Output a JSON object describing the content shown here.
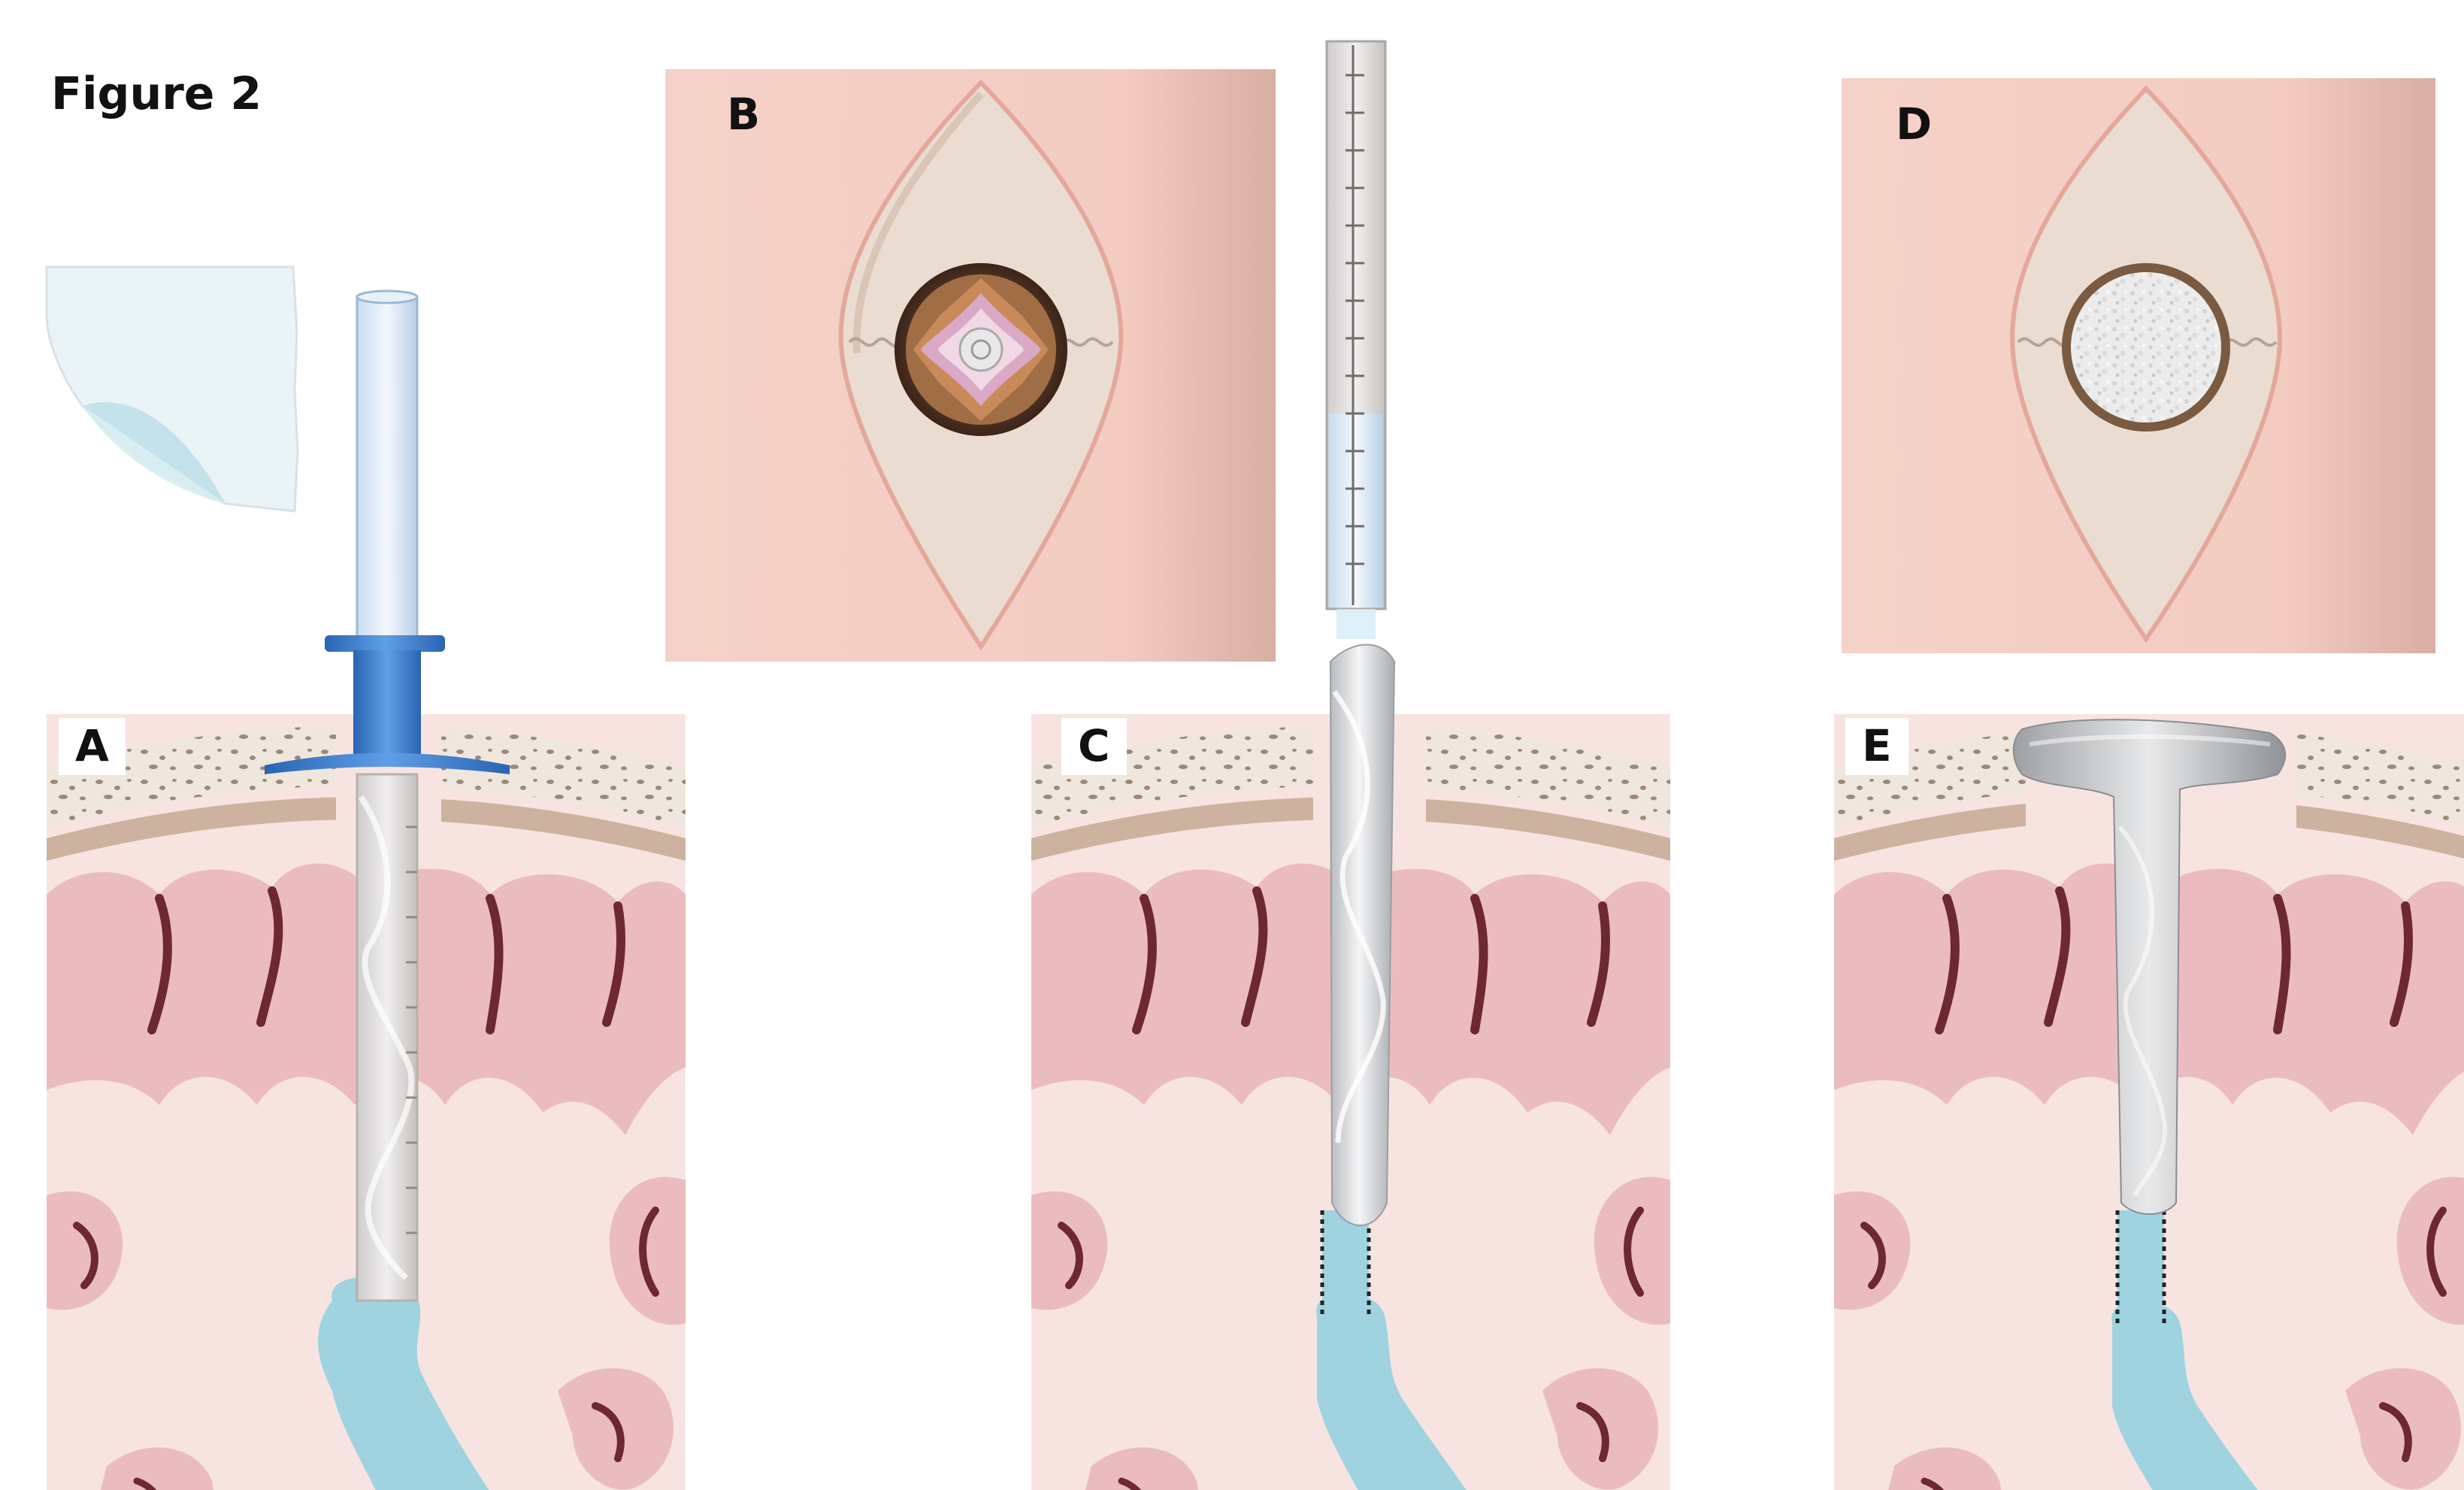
{
  "figure": {
    "title": "Figure 2"
  },
  "panels": [
    {
      "id": "A",
      "label": "A"
    },
    {
      "id": "B",
      "label": "B"
    },
    {
      "id": "C",
      "label": "C"
    },
    {
      "id": "D",
      "label": "D"
    },
    {
      "id": "E",
      "label": "E"
    }
  ],
  "colors": {
    "skin": "#f4cfc6",
    "skin_shadow": "#dcb0a6",
    "incision": "#eadcd0",
    "brain_gyri": "#ebbcbf",
    "brain_bg": "#f7e4e1",
    "sulcus": "#6d2830",
    "cortex_rim": "#cdb39f",
    "bone": "#efe6dd",
    "bone_pores": "#9c8979",
    "ventricle": "#9fd3df",
    "cannula": "#dce9f5",
    "cannula_hub": "#3c7fd0",
    "matrix": "#e4e6e8"
  },
  "icons": {
    "patch": "collagen-patch-icon",
    "cannula": "cannula-icon",
    "burr_hole": "burr-hole-icon"
  }
}
